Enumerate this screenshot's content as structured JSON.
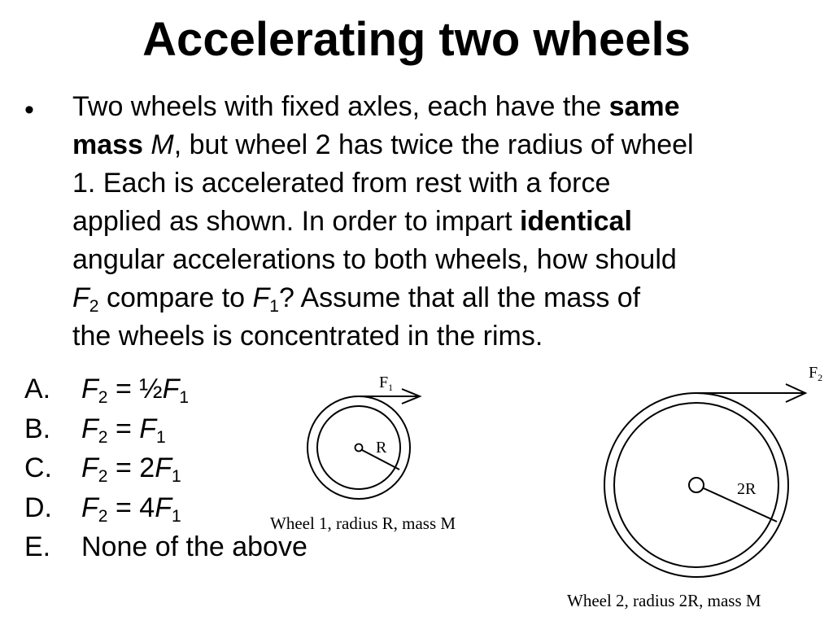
{
  "title": "Accelerating two wheels",
  "question": {
    "bullet": "•",
    "line1_pre": "Two wheels with fixed axles, each have the ",
    "line1_bold": "same",
    "line2_bold": "mass",
    "line2_italic": "M",
    "line2_rest": ", but wheel 2 has twice the radius of wheel",
    "line3": "1.  Each is accelerated from rest with a force",
    "line4_pre": "applied as shown.  In order to impart ",
    "line4_bold": "identical",
    "line5": "angular accelerations to both wheels, how should",
    "line6_f2": "F",
    "line6_f2_sub": "2",
    "line6_mid": " compare to ",
    "line6_f1": "F",
    "line6_f1_sub": "1",
    "line6_rest": "?  Assume that all the mass of",
    "line7": "the wheels is concentrated in the rims."
  },
  "choices": [
    {
      "letter": "A.",
      "lhs": "F",
      "lhs_sub": "2",
      "eq": " = ½",
      "rhs": "F",
      "rhs_sub": "1"
    },
    {
      "letter": "B.",
      "lhs": "F",
      "lhs_sub": "2",
      "eq": " = ",
      "rhs": "F",
      "rhs_sub": "1"
    },
    {
      "letter": "C.",
      "lhs": "F",
      "lhs_sub": "2",
      "eq": " = 2",
      "rhs": "F",
      "rhs_sub": "1"
    },
    {
      "letter": "D.",
      "lhs": "F",
      "lhs_sub": "2",
      "eq": " = 4",
      "rhs": "F",
      "rhs_sub": "1"
    },
    {
      "letter": "E.",
      "text": "None of the above"
    }
  ],
  "wheel1": {
    "force_label": "F",
    "force_sub": "1",
    "radius_label": "R",
    "caption": "Wheel 1, radius R, mass M"
  },
  "wheel2": {
    "force_label": "F",
    "force_sub": "2",
    "radius_label": "2R",
    "caption": "Wheel 2, radius 2R, mass M"
  }
}
